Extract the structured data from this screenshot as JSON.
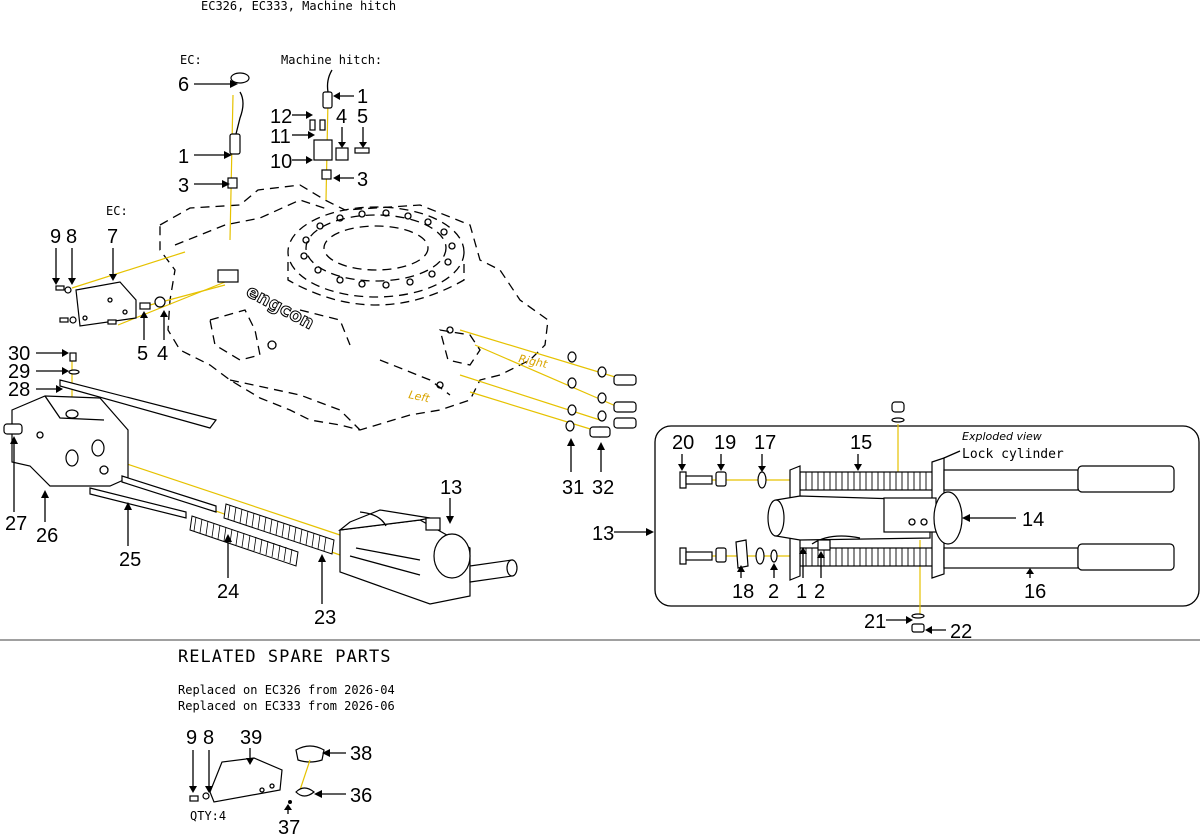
{
  "header": {
    "title": "EC326, EC333, Machine hitch"
  },
  "labels": {
    "ec_top": "EC:",
    "machine_hitch": "Machine hitch:",
    "ec_mid": "EC:",
    "right": "Right",
    "left": "Left",
    "exploded_view": "Exploded view",
    "lock_cylinder": "Lock cylinder",
    "brand": "engcon"
  },
  "callouts": {
    "c6": "6",
    "c1a": "1",
    "c3a": "3",
    "c12": "12",
    "c11": "11",
    "c10": "10",
    "c4a": "4",
    "c5a": "5",
    "c1b": "1",
    "c3b": "3",
    "c9": "9",
    "c8": "8",
    "c7": "7",
    "c5b": "5",
    "c4b": "4",
    "c30": "30",
    "c29": "29",
    "c28": "28",
    "c27": "27",
    "c26": "26",
    "c25": "25",
    "c24": "24",
    "c23": "23",
    "c13a": "13",
    "c31": "31",
    "c32": "32",
    "c13b": "13",
    "c20": "20",
    "c19": "19",
    "c17": "17",
    "c15": "15",
    "c14": "14",
    "c18": "18",
    "c2a": "2",
    "c1c": "1",
    "c2b": "2",
    "c16": "16",
    "c21": "21",
    "c22": "22"
  },
  "spare": {
    "heading": "RELATED SPARE PARTS",
    "line1": "Replaced on EC326 from 2026-04",
    "line2": "Replaced on EC333 from 2026-06",
    "c9": "9",
    "c8": "8",
    "c39": "39",
    "c38": "38",
    "c36": "36",
    "c37": "37",
    "qty": "QTY:4"
  }
}
